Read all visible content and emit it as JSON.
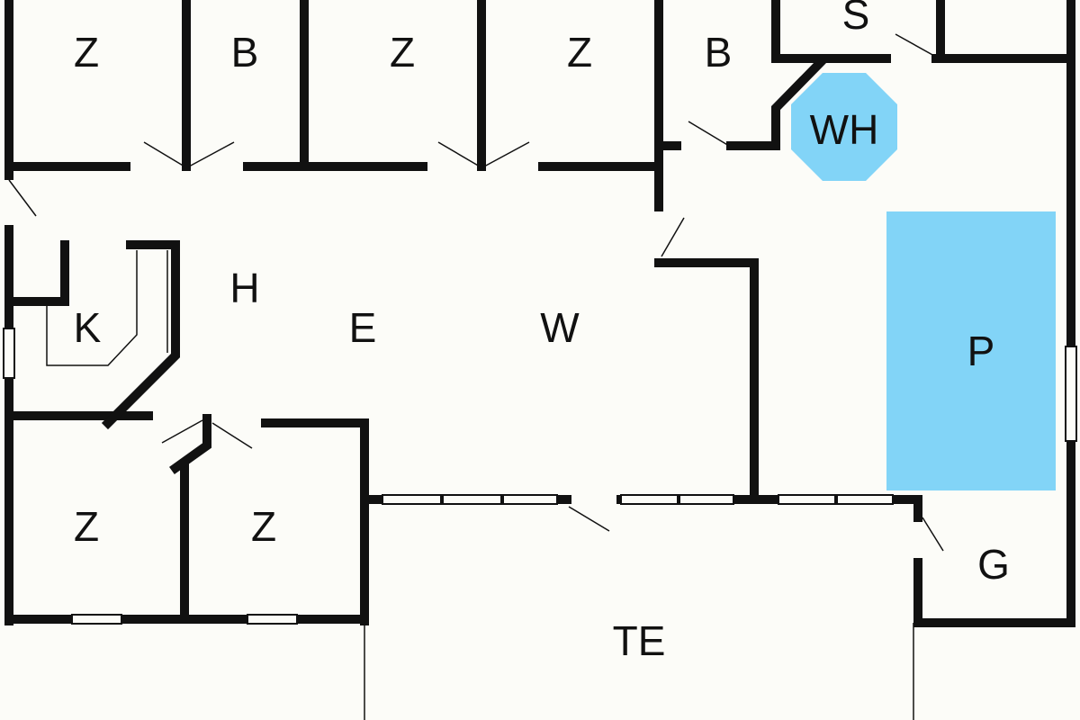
{
  "colors": {
    "wall": "#111111",
    "background": "#fcfcf8",
    "water": "#82d4f7"
  },
  "rooms": {
    "z1": "Z",
    "b1": "B",
    "z2": "Z",
    "z3": "Z",
    "b2": "B",
    "s": "S",
    "wh": "WH",
    "h": "H",
    "k": "K",
    "e": "E",
    "w": "W",
    "p": "P",
    "z4": "Z",
    "z5": "Z",
    "g": "G",
    "te": "TE"
  }
}
